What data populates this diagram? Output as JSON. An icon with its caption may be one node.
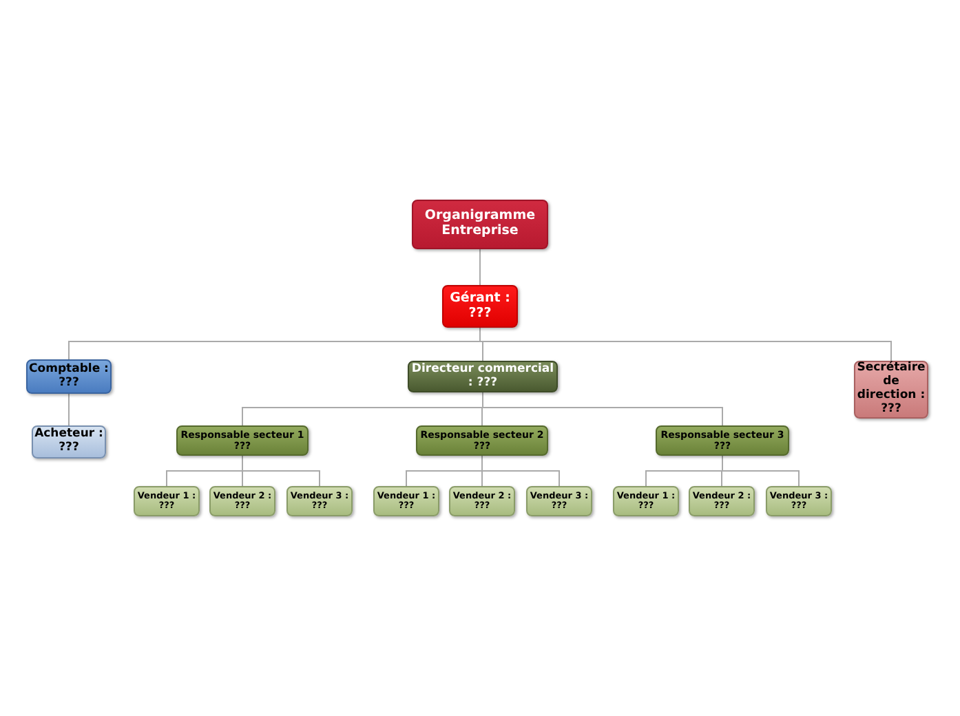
{
  "diagram": {
    "nodes": [
      {
        "text": [
          "Organigramme Entreprise"
        ]
      },
      {
        "text": [
          "Gérant : ???"
        ]
      },
      {
        "text": [
          "Comptable : ???"
        ]
      },
      {
        "text": [
          "Directeur commercial : ???"
        ]
      },
      {
        "text": [
          "Secrétaire de direction : ???"
        ]
      },
      {
        "text": [
          "Acheteur : ???"
        ]
      },
      {
        "text": [
          "Responsable secteur 1 ???"
        ]
      },
      {
        "text": [
          "Responsable secteur 2 ???"
        ]
      },
      {
        "text": [
          "Responsable secteur 3 ???"
        ]
      },
      {
        "text": [
          "Vendeur 1 : ???"
        ]
      },
      {
        "text": [
          "Vendeur 2 : ???"
        ]
      },
      {
        "text": [
          "Vendeur 3 : ???"
        ]
      },
      {
        "text": [
          "Vendeur 1 : ???"
        ]
      },
      {
        "text": [
          "Vendeur 2 : ???"
        ]
      },
      {
        "text": [
          "Vendeur 3 : ???"
        ]
      },
      {
        "text": [
          "Vendeur 1 : ???"
        ]
      },
      {
        "text": [
          "Vendeur 2 : ???"
        ]
      },
      {
        "text": [
          "Vendeur 3 : ???"
        ]
      }
    ],
    "edges": [
      {
        "from": 0,
        "to": 1,
        "arrow": "none"
      },
      {
        "from": 1,
        "to": 2,
        "arrow": "none"
      },
      {
        "from": 1,
        "to": 3,
        "arrow": "none"
      },
      {
        "from": 1,
        "to": 4,
        "arrow": "none"
      },
      {
        "from": 2,
        "to": 5,
        "arrow": "none"
      },
      {
        "from": 3,
        "to": 6,
        "arrow": "none"
      },
      {
        "from": 3,
        "to": 7,
        "arrow": "none"
      },
      {
        "from": 3,
        "to": 8,
        "arrow": "none"
      },
      {
        "from": 6,
        "to": 9,
        "arrow": "none"
      },
      {
        "from": 6,
        "to": 10,
        "arrow": "none"
      },
      {
        "from": 6,
        "to": 11,
        "arrow": "none"
      },
      {
        "from": 7,
        "to": 12,
        "arrow": "none"
      },
      {
        "from": 7,
        "to": 13,
        "arrow": "none"
      },
      {
        "from": 7,
        "to": 14,
        "arrow": "none"
      },
      {
        "from": 8,
        "to": 15,
        "arrow": "none"
      },
      {
        "from": 8,
        "to": 16,
        "arrow": "none"
      },
      {
        "from": 8,
        "to": 17,
        "arrow": "none"
      }
    ]
  }
}
